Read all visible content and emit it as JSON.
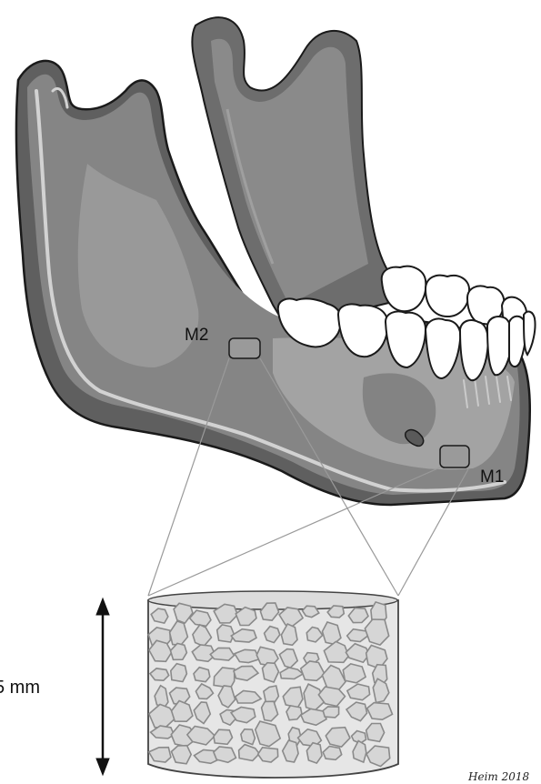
{
  "labels": {
    "site_m1": "M1",
    "site_m2": "M2",
    "scale_text": "5 mm",
    "signature": "Heim 2018"
  },
  "colors": {
    "bone_dark": "#5f5f5f",
    "bone_mid": "#858585",
    "bone_light": "#a8a8a8",
    "cortex_line": "#d2d2d2",
    "teeth": "#ffffff",
    "outline": "#1a1a1a",
    "trabecular_fill": "#e6e6e6",
    "trabecular_stroke": "#8a8a8a"
  }
}
